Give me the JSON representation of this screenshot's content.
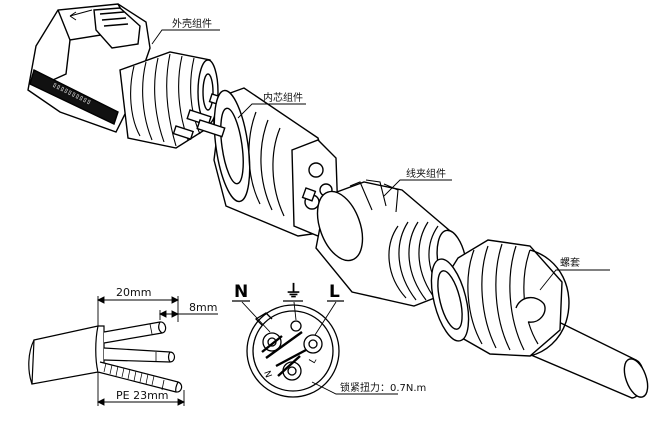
{
  "callouts": {
    "shell": "外壳组件",
    "core": "内芯组件",
    "clamp": "线夹组件",
    "nut": "螺套",
    "torque": "锁紧扭力：0.7N.m"
  },
  "terminals": {
    "neutral": "N",
    "earth": "⏚",
    "line": "L"
  },
  "dimensions": {
    "outer_strip": "20mm",
    "inner_strip": "8mm",
    "pe_strip": "PE 23mm"
  }
}
